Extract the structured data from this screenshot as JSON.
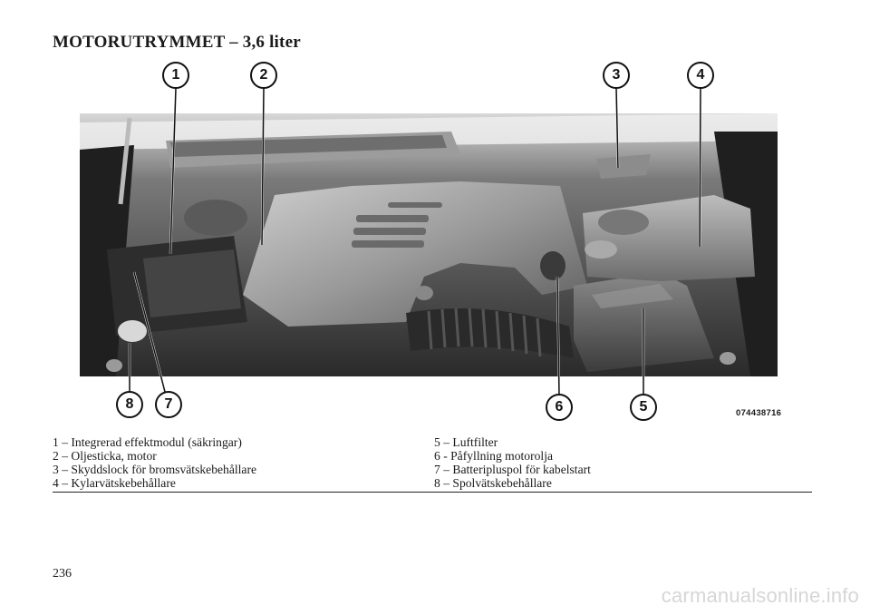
{
  "title": "MOTORUTRYMMET – 3,6 liter",
  "image_code": "074438716",
  "callouts": [
    {
      "number": "1"
    },
    {
      "number": "2"
    },
    {
      "number": "3"
    },
    {
      "number": "4"
    },
    {
      "number": "5"
    },
    {
      "number": "6"
    },
    {
      "number": "7"
    },
    {
      "number": "8"
    }
  ],
  "legend": {
    "left": [
      "1 – Integrerad effektmodul (säkringar)",
      "2 – Oljesticka, motor",
      "3 – Skyddslock för bromsvätskebehållare",
      "4 – Kylarvätskebehållare"
    ],
    "right": [
      "5 – Luftfilter",
      "6 - Påfyllning motorolja",
      "7 – Batteripluspol för kabelstart",
      "8 – Spolvätskebehållare"
    ]
  },
  "page_number": "236",
  "watermark": "carmanualsonline.info"
}
